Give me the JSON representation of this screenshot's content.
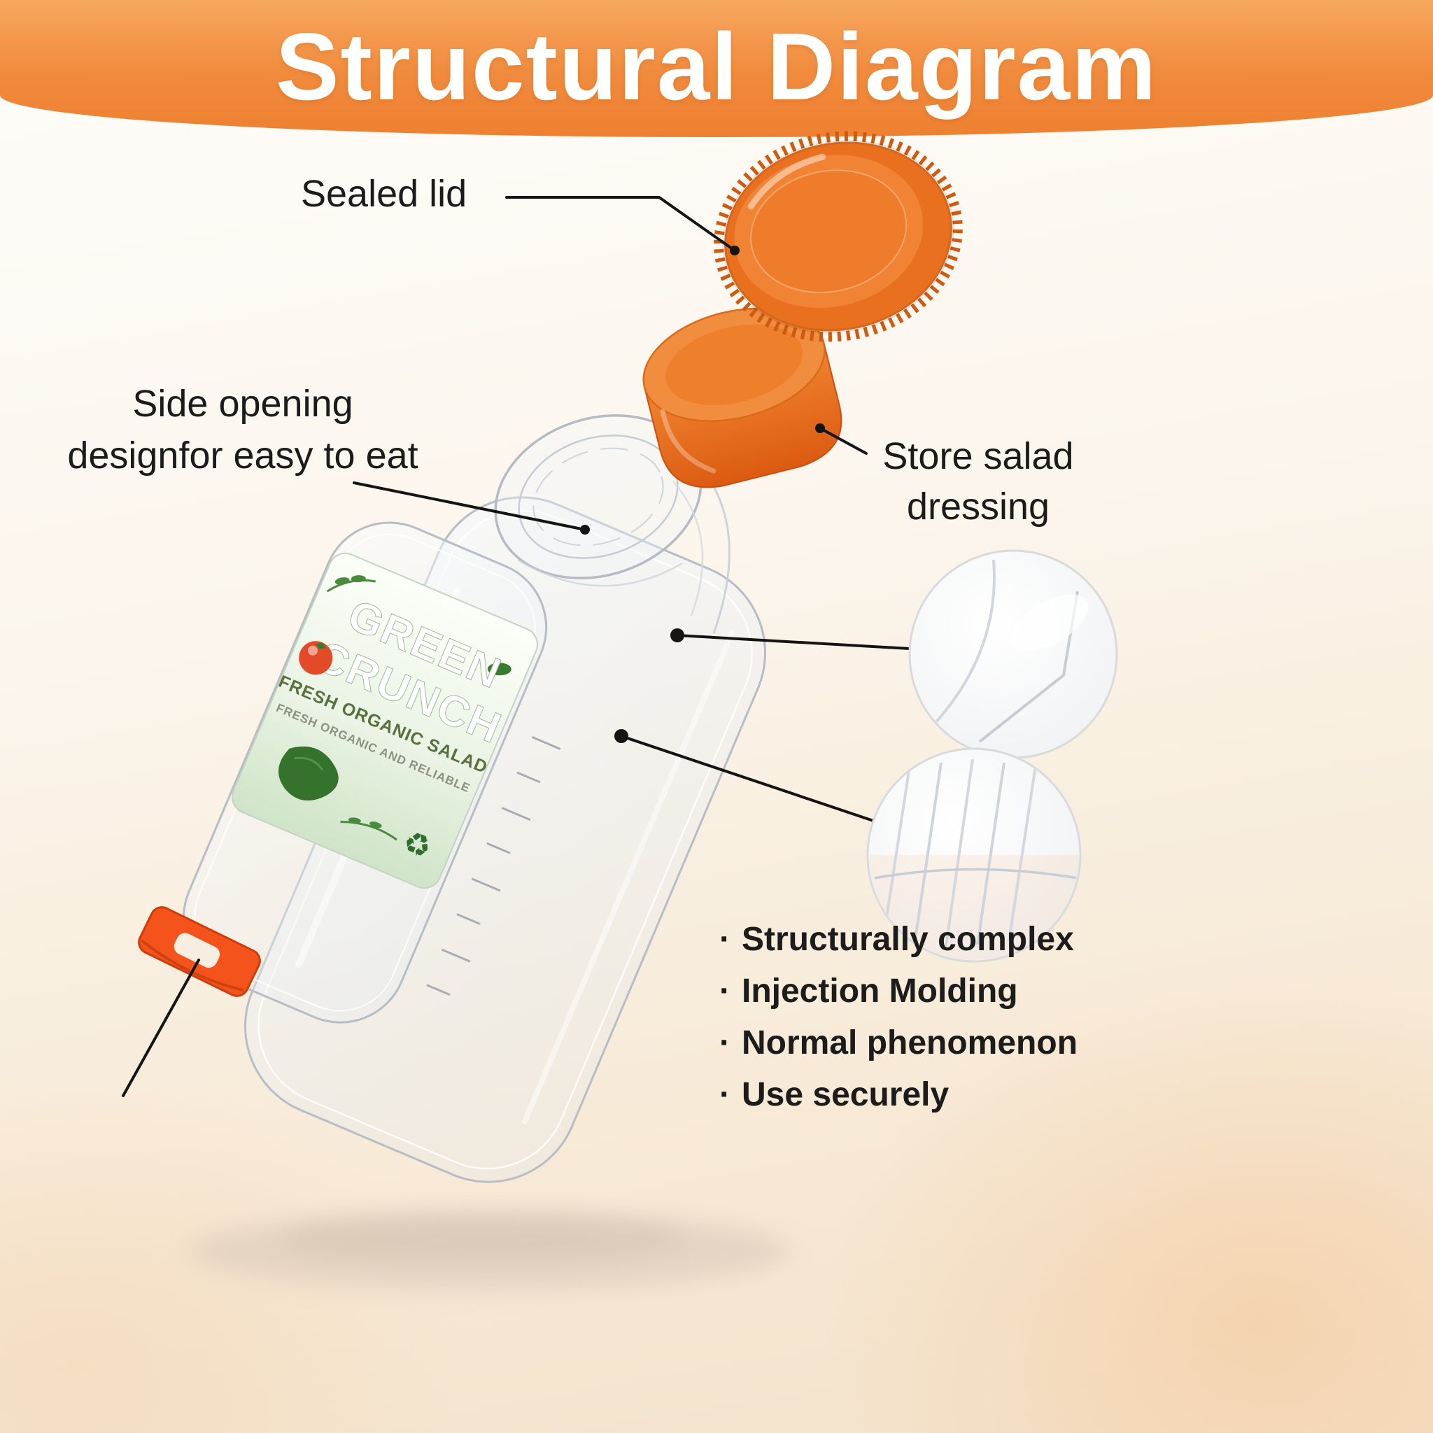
{
  "header": {
    "title": "Structural Diagram"
  },
  "callouts": {
    "sealed_lid": "Sealed lid",
    "side_opening": [
      "Side opening",
      "designfor easy to eat"
    ],
    "store_dressing": [
      "Store salad",
      "dressing"
    ]
  },
  "product_label": {
    "brand_top": "GREEN",
    "brand_bottom": "CRUNCH",
    "subtitle": "FRESH ORGANIC SALAD",
    "tagline": "FRESH ORGANIC AND RELIABLE",
    "recycle_icon": "♻"
  },
  "features": {
    "bullet": "·",
    "items": [
      "Structurally complex",
      "Injection Molding",
      "Normal phenomenon",
      "Use securely"
    ]
  },
  "colors": {
    "banner_orange": "#EE8031",
    "cap_orange": "#E8701F",
    "cup_orange": "#EE7E2B",
    "clip_orange": "#F3521C",
    "label_green": "#3C7A31",
    "connector_line": "#141414",
    "text_dark": "#1B1B1B"
  }
}
